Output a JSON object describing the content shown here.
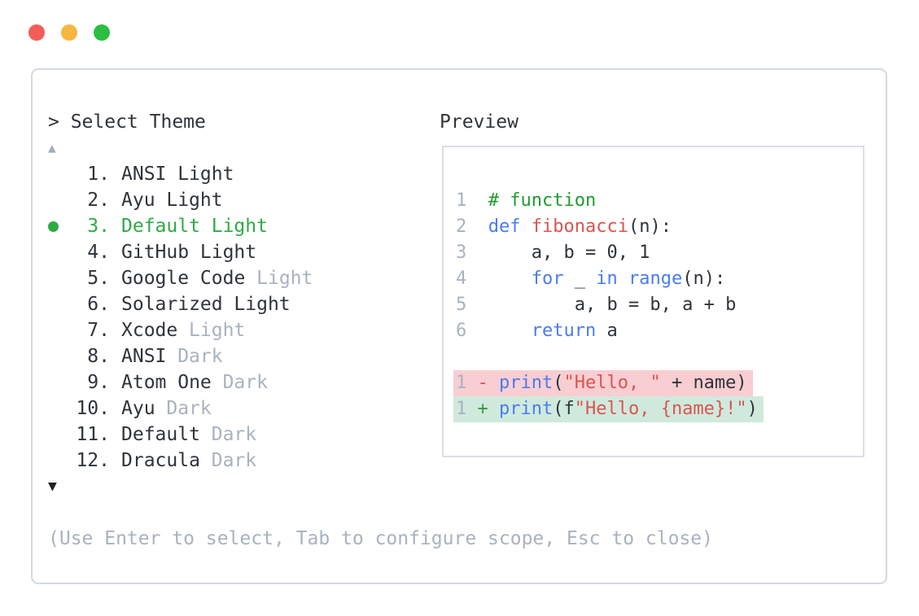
{
  "colors": {
    "text": "#2f343a",
    "muted": "#a9b2bf",
    "accent": "#2faa44",
    "comment": "#1f9c2e",
    "keyword": "#4a7cf1",
    "literal": "#dc5452",
    "diff-minus": "#d9534f",
    "diff-plus": "#2ea043",
    "removed-bg": "#f8ced2",
    "added-bg": "#cfeadc",
    "panel-border": "#d4d9e1",
    "box-border": "#dcdfe4",
    "scroll-up": "#9cadc2",
    "scroll-down": "#1d2125",
    "light-red": "#f25d58",
    "light-yellow": "#f6b73e",
    "light-green": "#2cbe40"
  },
  "window": {
    "traffic_lights": [
      {
        "name": "close",
        "color_key": "light-red"
      },
      {
        "name": "minimize",
        "color_key": "light-yellow"
      },
      {
        "name": "zoom",
        "color_key": "light-green"
      }
    ]
  },
  "prompt": {
    "text": "> Select Theme"
  },
  "scroll": {
    "up_char": "▲",
    "down_char": "▼"
  },
  "theme_list": {
    "items": [
      {
        "num": "1.",
        "name": "ANSI",
        "variant": "Light",
        "variant_muted": false,
        "selected": false
      },
      {
        "num": "2.",
        "name": "Ayu",
        "variant": "Light",
        "variant_muted": false,
        "selected": false
      },
      {
        "num": "3.",
        "name": "Default",
        "variant": "Light",
        "variant_muted": false,
        "selected": true
      },
      {
        "num": "4.",
        "name": "GitHub",
        "variant": "Light",
        "variant_muted": false,
        "selected": false
      },
      {
        "num": "5.",
        "name": "Google Code",
        "variant": "Light",
        "variant_muted": true,
        "selected": false
      },
      {
        "num": "6.",
        "name": "Solarized",
        "variant": "Light",
        "variant_muted": false,
        "selected": false
      },
      {
        "num": "7.",
        "name": "Xcode",
        "variant": "Light",
        "variant_muted": true,
        "selected": false
      },
      {
        "num": "8.",
        "name": "ANSI",
        "variant": "Dark",
        "variant_muted": true,
        "selected": false
      },
      {
        "num": "9.",
        "name": "Atom One",
        "variant": "Dark",
        "variant_muted": true,
        "selected": false
      },
      {
        "num": "10.",
        "name": "Ayu",
        "variant": "Dark",
        "variant_muted": true,
        "selected": false
      },
      {
        "num": "11.",
        "name": "Default",
        "variant": "Dark",
        "variant_muted": true,
        "selected": false
      },
      {
        "num": "12.",
        "name": "Dracula",
        "variant": "Dark",
        "variant_muted": true,
        "selected": false
      }
    ]
  },
  "preview": {
    "label": "Preview"
  },
  "help": {
    "text": "(Use Enter to select, Tab to configure scope, Esc to close)"
  },
  "code_preview": {
    "lines": [
      {
        "tokens": [
          {
            "t": "1  ",
            "c": "ln"
          },
          {
            "t": "# function",
            "c": "cm"
          }
        ]
      },
      {
        "tokens": [
          {
            "t": "2  ",
            "c": "ln"
          },
          {
            "t": "def",
            "c": "kw"
          },
          {
            "t": " ",
            "c": "tx"
          },
          {
            "t": "fibonacci",
            "c": "rd"
          },
          {
            "t": "(n):",
            "c": "tx"
          }
        ]
      },
      {
        "tokens": [
          {
            "t": "3  ",
            "c": "ln"
          },
          {
            "t": "    a, b = 0, 1",
            "c": "tx"
          }
        ]
      },
      {
        "tokens": [
          {
            "t": "4  ",
            "c": "ln"
          },
          {
            "t": "    ",
            "c": "tx"
          },
          {
            "t": "for",
            "c": "kw"
          },
          {
            "t": " _ ",
            "c": "tx"
          },
          {
            "t": "in",
            "c": "kw"
          },
          {
            "t": " ",
            "c": "tx"
          },
          {
            "t": "range",
            "c": "kw"
          },
          {
            "t": "(n):",
            "c": "tx"
          }
        ]
      },
      {
        "tokens": [
          {
            "t": "5  ",
            "c": "ln"
          },
          {
            "t": "        a, b = b, a + b",
            "c": "tx"
          }
        ]
      },
      {
        "tokens": [
          {
            "t": "6  ",
            "c": "ln"
          },
          {
            "t": "    ",
            "c": "tx"
          },
          {
            "t": "return",
            "c": "kw"
          },
          {
            "t": " a",
            "c": "tx"
          }
        ]
      },
      {
        "tokens": []
      },
      {
        "bg": "removed",
        "tokens": [
          {
            "t": "1 ",
            "c": "ln"
          },
          {
            "t": "-",
            "c": "mi"
          },
          {
            "t": " ",
            "c": "tx"
          },
          {
            "t": "print",
            "c": "kw"
          },
          {
            "t": "(",
            "c": "tx"
          },
          {
            "t": "\"Hello, \"",
            "c": "rd"
          },
          {
            "t": " + name)",
            "c": "tx"
          }
        ]
      },
      {
        "bg": "added",
        "tokens": [
          {
            "t": "1 ",
            "c": "ln"
          },
          {
            "t": "+",
            "c": "pl"
          },
          {
            "t": " ",
            "c": "tx"
          },
          {
            "t": "print",
            "c": "kw"
          },
          {
            "t": "(f",
            "c": "tx"
          },
          {
            "t": "\"Hello, {name}!\"",
            "c": "rd"
          },
          {
            "t": ")",
            "c": "tx"
          }
        ]
      }
    ]
  }
}
